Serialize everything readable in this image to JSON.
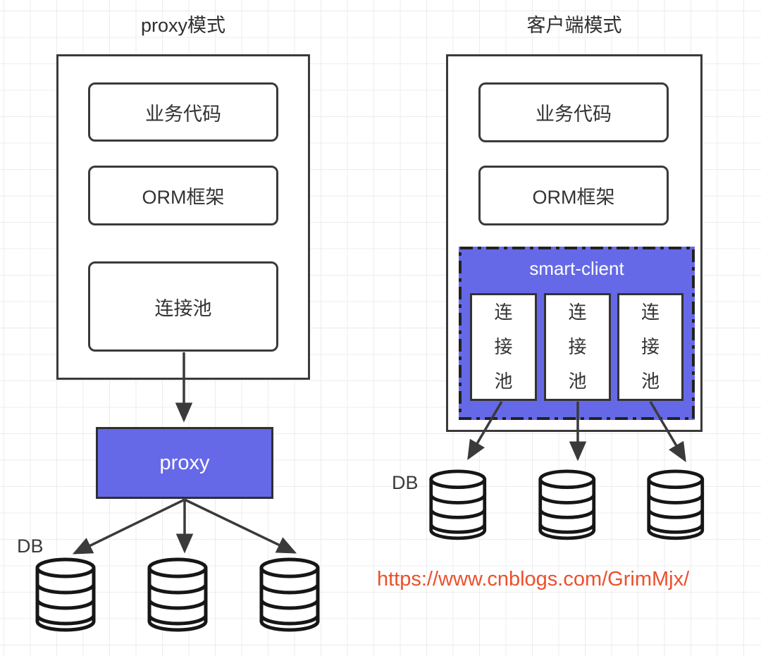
{
  "left_panel": {
    "title": "proxy模式",
    "stack": [
      "业务代码",
      "ORM框架",
      "连接池"
    ],
    "proxy_label": "proxy",
    "db_label": "DB"
  },
  "right_panel": {
    "title": "客户端模式",
    "stack": [
      "业务代码",
      "ORM框架"
    ],
    "smart_client_label": "smart-client",
    "pools": [
      "连接池",
      "连接池",
      "连接池"
    ],
    "db_label": "DB"
  },
  "footer": {
    "url": "https://www.cnblogs.com/GrimMjx/"
  },
  "colors": {
    "accent_purple": "#6569e7",
    "stroke_dark": "#3a3a3a",
    "url_orange": "#ed4f2b",
    "grid_line": "#ececec"
  }
}
